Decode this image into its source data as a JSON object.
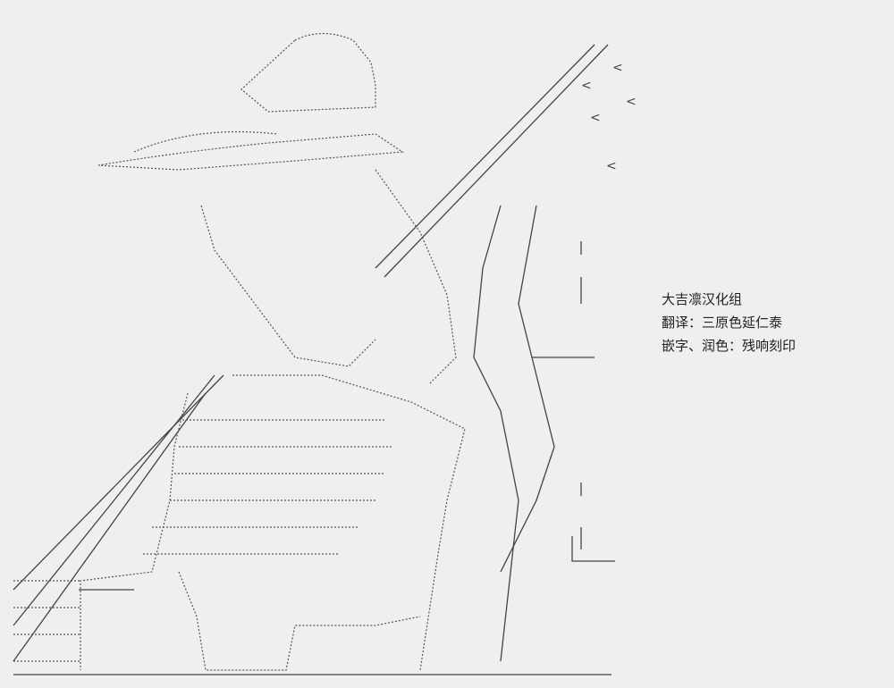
{
  "credits": {
    "group": "大吉凛汉化组",
    "translation": "翻译：三原色延仁泰",
    "typesetting": "嵌字、润色：残响刻印"
  },
  "artwork": {
    "kind": "ascii-art-illustration",
    "color": "#333333"
  }
}
